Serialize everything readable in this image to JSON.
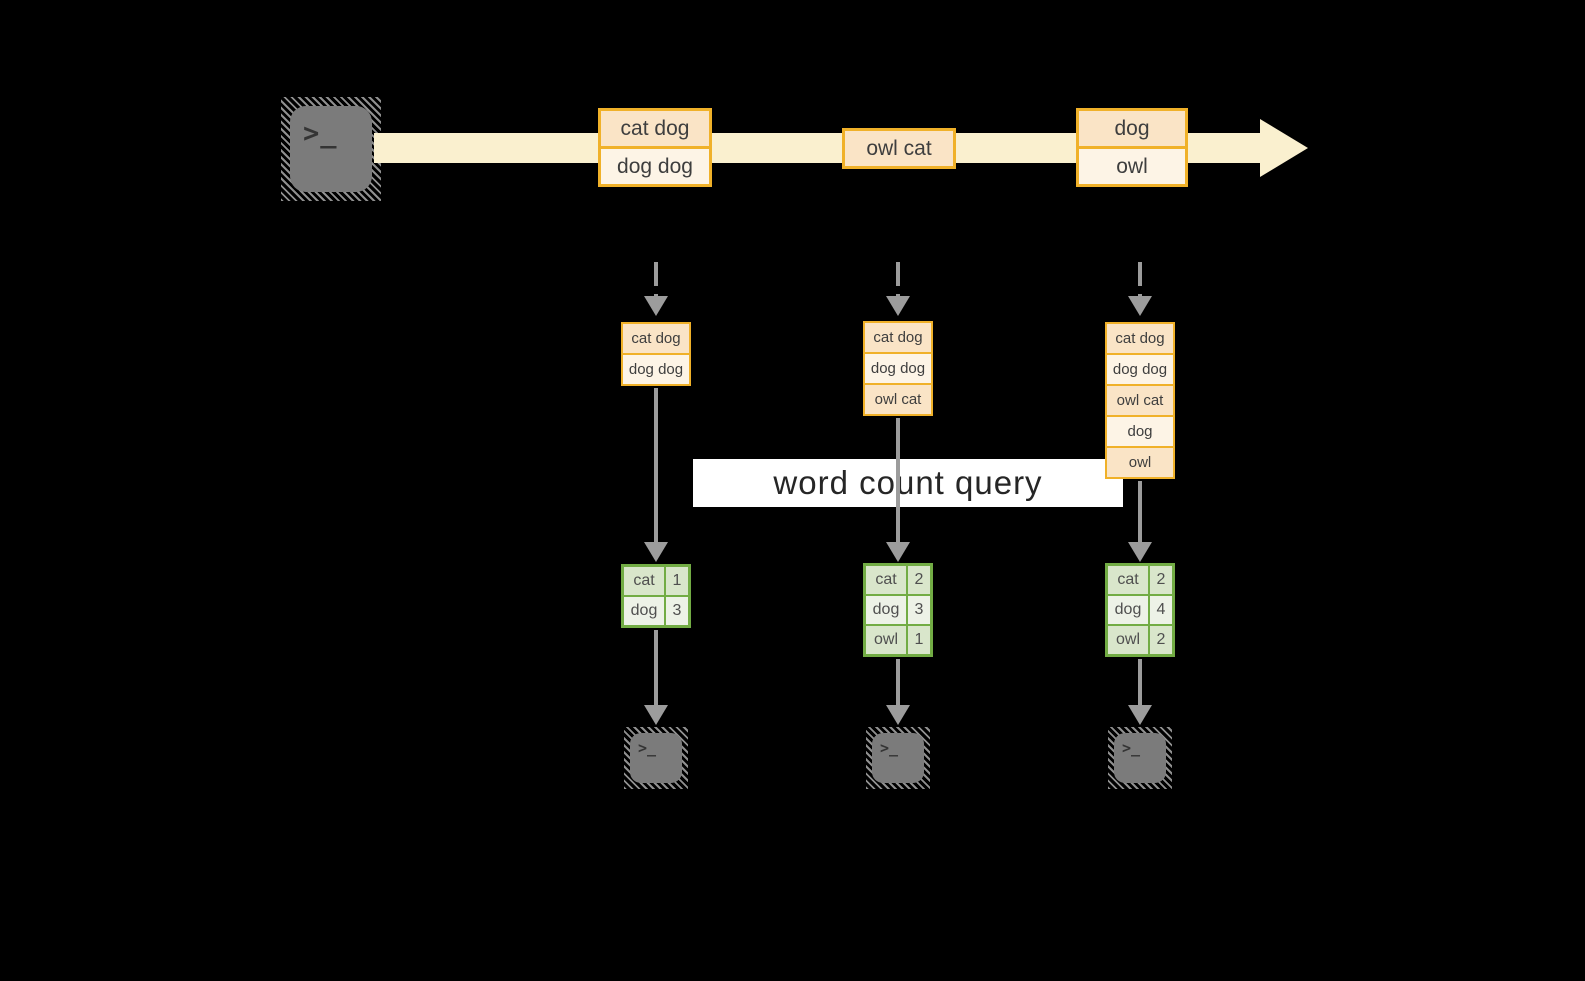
{
  "labels": {
    "query": "word count query",
    "terminal_prompt": ">_"
  },
  "stream": {
    "batches": [
      {
        "rows": [
          "cat dog",
          "dog dog"
        ]
      },
      {
        "rows": [
          "owl cat"
        ]
      },
      {
        "rows": [
          "dog",
          "owl"
        ]
      }
    ]
  },
  "windows": [
    {
      "rows": [
        "cat dog",
        "dog dog"
      ]
    },
    {
      "rows": [
        "cat dog",
        "dog dog",
        "owl cat"
      ]
    },
    {
      "rows": [
        "cat dog",
        "dog dog",
        "owl cat",
        "dog",
        "owl"
      ]
    }
  ],
  "counts": [
    {
      "rows": [
        {
          "word": "cat",
          "count": "1"
        },
        {
          "word": "dog",
          "count": "3"
        }
      ]
    },
    {
      "rows": [
        {
          "word": "cat",
          "count": "2"
        },
        {
          "word": "dog",
          "count": "3"
        },
        {
          "word": "owl",
          "count": "1"
        }
      ]
    },
    {
      "rows": [
        {
          "word": "cat",
          "count": "2"
        },
        {
          "word": "dog",
          "count": "4"
        },
        {
          "word": "owl",
          "count": "2"
        }
      ]
    }
  ],
  "colors": {
    "background": "#000000",
    "stream_band": "#FAF0CF",
    "box_border": "#F0B129",
    "box_fill_dark": "#FAE4C6",
    "box_fill_light": "#FDF4E6",
    "table_border": "#72AC44",
    "table_fill_dark": "#D9E6CB",
    "table_fill_light": "#EDF2E7",
    "arrow": "#9C9C9C",
    "terminal_fill": "#7B7B7B",
    "terminal_hatch": "#8F8F8F",
    "banner_bg": "#FFFFFF",
    "text_dark": "#3E3E3E"
  }
}
